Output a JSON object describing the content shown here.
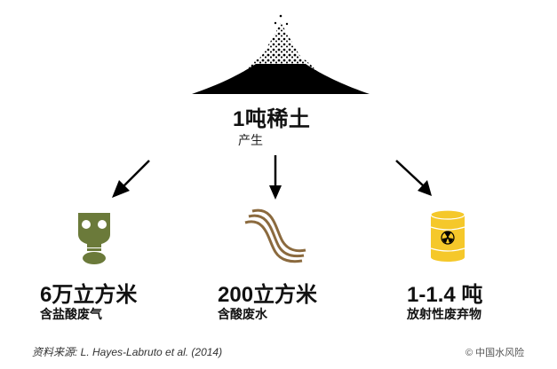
{
  "header": {
    "title": "1吨稀土",
    "subtitle": "产生"
  },
  "outputs": [
    {
      "amount": "6万立方米",
      "label": "含盐酸废气",
      "icon": "gas-mask-icon",
      "color": "#6b7a3a"
    },
    {
      "amount": "200立方米",
      "label": "含酸废水",
      "icon": "wastewater-waves-icon",
      "color": "#8b6a3e"
    },
    {
      "amount": "1-1.4 吨",
      "label": "放射性废弃物",
      "icon": "radioactive-barrel-icon",
      "color": "#f5c82a"
    }
  ],
  "footer": {
    "source": "资料来源:  L. Hayes-Labruto et al. (2014)",
    "copyright": "© 中国水风险"
  }
}
